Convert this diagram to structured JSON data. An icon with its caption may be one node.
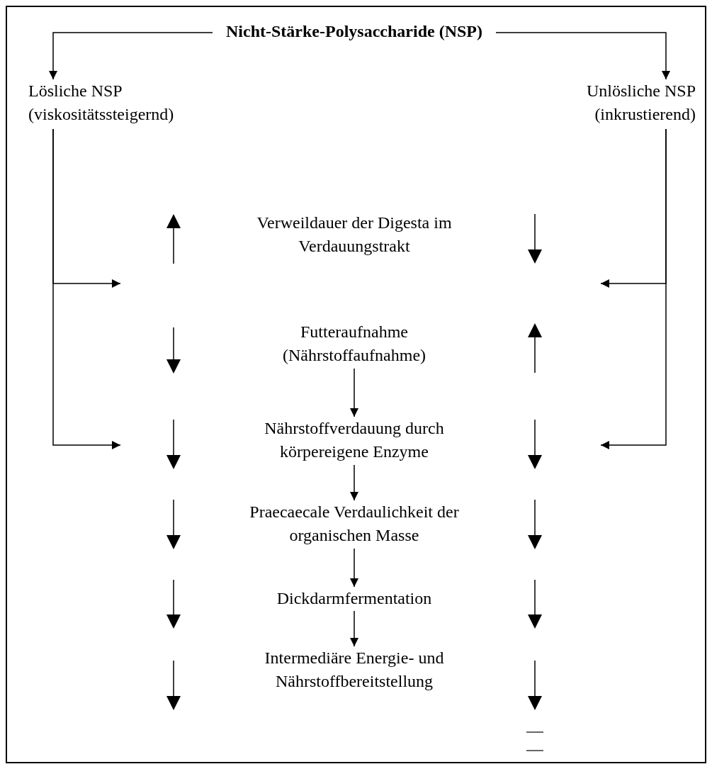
{
  "diagram": {
    "nodes": [
      {
        "text": [
          "Nicht-Stärke-Polysaccharide (NSP)"
        ]
      },
      {
        "text": [
          "Lösliche NSP (viskositätssteigernd)"
        ]
      },
      {
        "text": [
          "Unlösliche NSP (inkrustierend)"
        ]
      },
      {
        "text": [
          "Verweildauer der Digesta im Verdauungstrakt"
        ]
      },
      {
        "text": [
          "Futteraufnahme (Nährstoffaufnahme)"
        ]
      },
      {
        "text": [
          "Nährstoffverdauung durch körpereigene Enzyme"
        ]
      },
      {
        "text": [
          "Praecaecale Verdaulichkeit der organischen Masse"
        ]
      },
      {
        "text": [
          "Dickdarmfermentation"
        ]
      },
      {
        "text": [
          "Intermediäre Energie- und Nährstoffbereitstellung"
        ]
      }
    ],
    "edges": [
      {
        "from": 0,
        "to": 1,
        "arrow": "to"
      },
      {
        "from": 0,
        "to": 2,
        "arrow": "to"
      },
      {
        "from": 1,
        "to": null,
        "arrow": "to"
      },
      {
        "from": 1,
        "to": null,
        "arrow": "to"
      },
      {
        "from": 2,
        "to": null,
        "arrow": "to"
      },
      {
        "from": 2,
        "to": null,
        "arrow": "to"
      },
      {
        "from": 4,
        "to": 5,
        "arrow": "to"
      },
      {
        "from": 5,
        "to": 6,
        "arrow": "to"
      },
      {
        "from": 6,
        "to": 7,
        "arrow": "to"
      },
      {
        "from": 7,
        "to": 8,
        "arrow": "to"
      }
    ]
  }
}
